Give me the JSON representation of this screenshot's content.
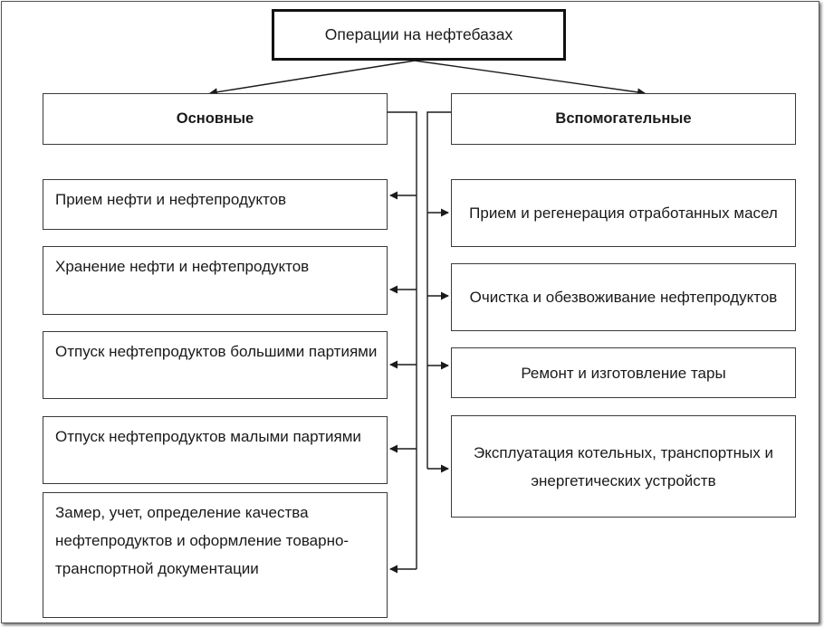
{
  "diagram": {
    "title": "Операции на нефтебазах",
    "branches": {
      "main": {
        "heading": "Основные",
        "items": [
          "Прием нефти и нефтепродуктов",
          "Хранение нефти и нефтепродуктов",
          "Отпуск нефтепродуктов большими партиями",
          "Отпуск нефтепродуктов малыми партиями",
          "Замер, учет, определение качества нефтепродуктов и оформление товарно-транспортной документации"
        ]
      },
      "auxiliary": {
        "heading": "Вспомогательные",
        "items": [
          "Прием и регенерация отработанных масел",
          "Очистка и обезвоживание нефтепродуктов",
          "Ремонт и изготовление тары",
          "Эксплуатация котельных, транспортных и энергетических устройств"
        ]
      }
    },
    "colors": {
      "line": "#1a1a1a",
      "border": "#3a3a3a",
      "background": "#ffffff"
    }
  }
}
